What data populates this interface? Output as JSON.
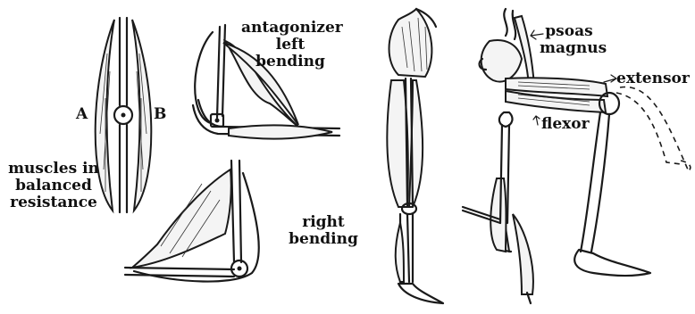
{
  "labels": {
    "a": "A",
    "b": "B",
    "balanced": [
      "muscles in",
      "balanced",
      "resistance"
    ],
    "antagonizer": [
      "antagonizer",
      "left",
      "bending"
    ],
    "right_bending": [
      "right",
      "bending"
    ],
    "psoas": [
      "psoas",
      "magnus"
    ],
    "extensor": "extensor",
    "flexor": "flexor"
  }
}
